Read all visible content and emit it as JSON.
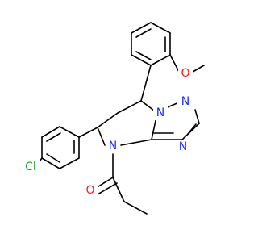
{
  "molecule": {
    "atoms": {
      "n_top_right": "N",
      "n_ring_junction": "N",
      "n_triazole_lower": "N",
      "n_amide": "N",
      "o_methoxy": "O",
      "o_carbonyl": "O",
      "cl": "Cl"
    },
    "colors": {
      "bond": "#000000",
      "nitrogen": "#1f2cff",
      "oxygen": "#ff1a1a",
      "chlorine": "#22a022"
    }
  }
}
